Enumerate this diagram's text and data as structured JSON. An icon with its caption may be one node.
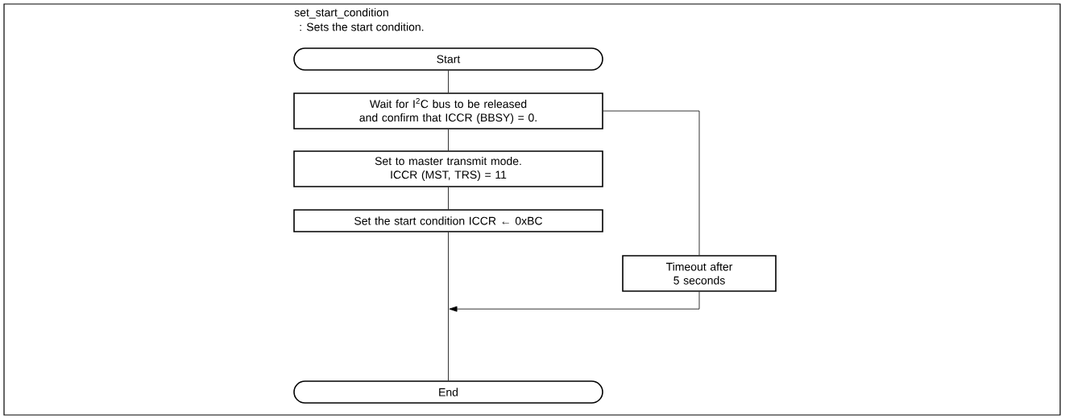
{
  "diagram": {
    "title": "set_start_condition",
    "nodes": [
      {
        "text": [
          "Start"
        ]
      },
      {
        "text": [
          "Wait for I$^{2}$C bus to be released and confirm that ICCR (BBSY) = 0."
        ]
      },
      {
        "text": [
          "Set to master transmit mode. ICCR (MST, TRS) = 11"
        ]
      },
      {
        "text": [
          "Set the start condition  ICCR ← 0xBC"
        ]
      },
      {
        "text": [
          "Timeout after 5 seconds"
        ]
      },
      {
        "text": [
          "End"
        ]
      }
    ],
    "edges": [
      {
        "from": 0,
        "to": 1,
        "arrow": "none"
      },
      {
        "from": 1,
        "to": 2,
        "arrow": "none"
      },
      {
        "from": 2,
        "to": 3,
        "arrow": "none"
      },
      {
        "from": 3,
        "to": 5,
        "arrow": "none"
      },
      {
        "from": 1,
        "to": 4,
        "arrow": "none"
      },
      {
        "from": 4,
        "to": 5,
        "arrow": "to"
      }
    ],
    "labels": [
      ": Sets the start condition."
    ]
  }
}
